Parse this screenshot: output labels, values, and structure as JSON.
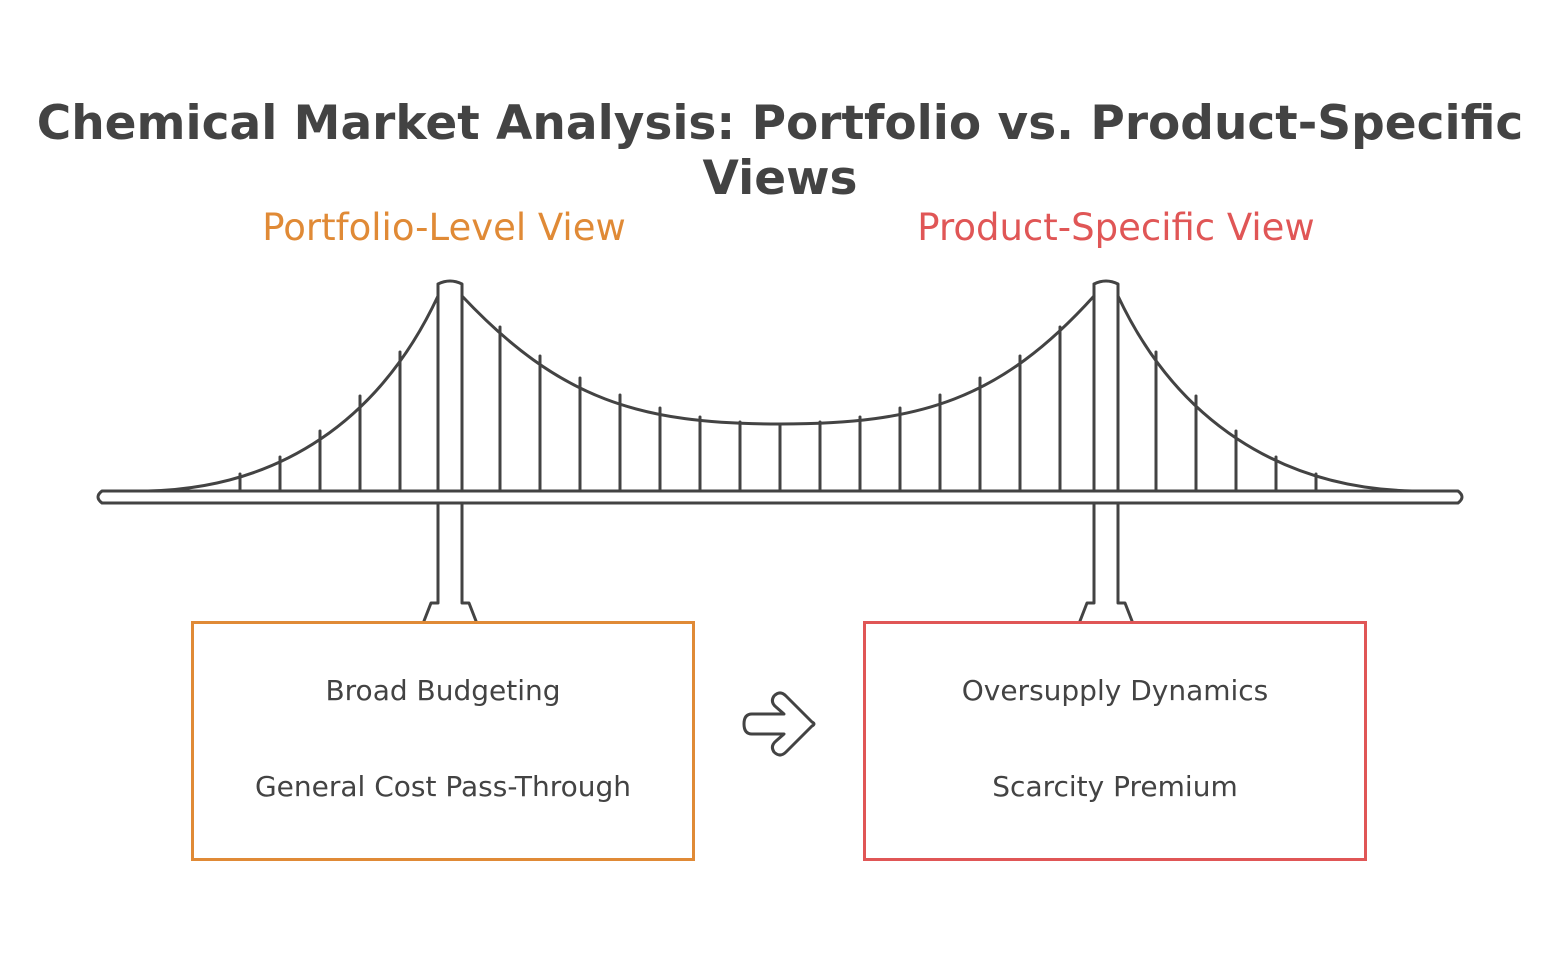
{
  "title": "Chemical Market Analysis: Portfolio vs. Product-Specific Views",
  "left": {
    "heading": "Portfolio-Level View",
    "color": "#e08a36",
    "items": [
      "Broad Budgeting",
      "General Cost Pass-Through"
    ]
  },
  "right": {
    "heading": "Product-Specific View",
    "color": "#e05656",
    "items": [
      "Oversupply Dynamics",
      "Scarcity Premium"
    ]
  },
  "icons": {
    "bridge": "suspension-bridge-icon",
    "arrow": "right-arrow-icon"
  }
}
